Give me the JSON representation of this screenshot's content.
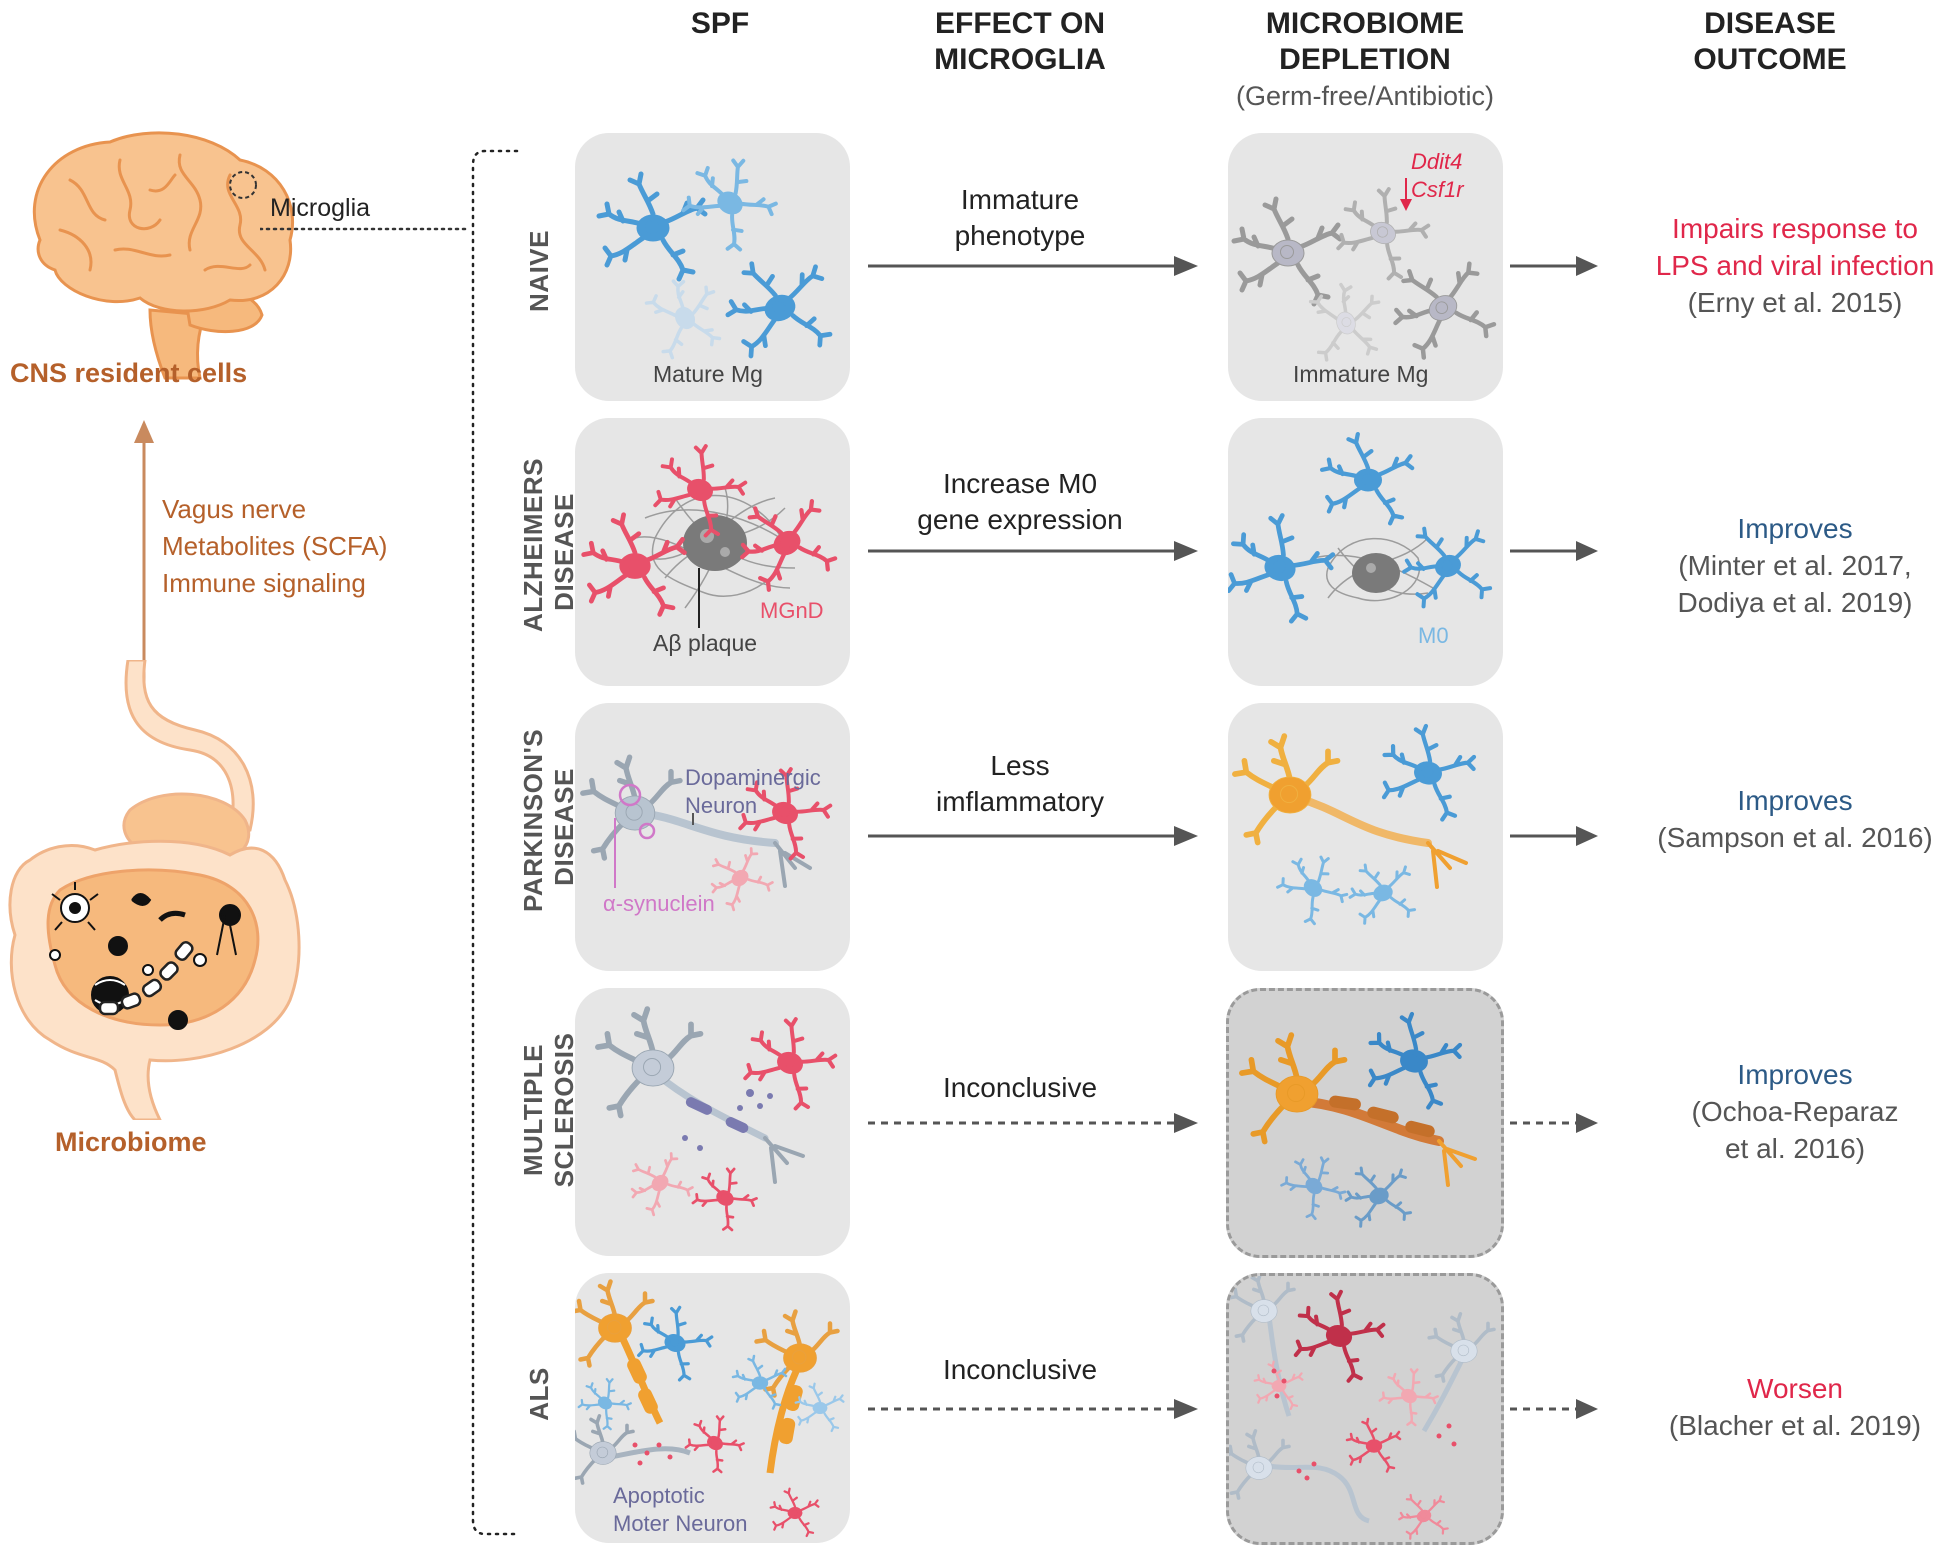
{
  "headers": {
    "spf": "SPF",
    "effect_line1": "EFFECT ON",
    "effect_line2": "MICROGLIA",
    "depletion_line1": "MICROBIOME",
    "depletion_line2": "DEPLETION",
    "depletion_sub": "(Germ-free/Antibiotic)",
    "outcome_line1": "DISEASE",
    "outcome_line2": "OUTCOME"
  },
  "left": {
    "microglia_label": "Microglia",
    "cns_label": "CNS resident cells",
    "pathway_lines": [
      "Vagus nerve",
      "Metabolites (SCFA)",
      "Immune signaling"
    ],
    "microbiome_label": "Microbiome"
  },
  "rows": [
    {
      "label_lines": [
        "NAIVE"
      ],
      "spf_caption": "Mature Mg",
      "effect_lines": [
        "Immature",
        "phenotype"
      ],
      "depletion_caption": "Immature Mg",
      "gene_labels": [
        "Ddit4",
        "Csf1r"
      ],
      "outcome_head": "Impairs response to",
      "outcome_head2": "LPS and viral infection",
      "outcome_cite": "(Erny et al. 2015)"
    },
    {
      "label_lines": [
        "ALZHEIMERS",
        "DISEASE"
      ],
      "spf_caption": "Aβ plaque",
      "spf_tag": "MGnD",
      "effect_lines": [
        "Increase M0",
        "gene expression"
      ],
      "depletion_tag": "M0",
      "outcome_head": "Improves",
      "outcome_cite": "(Minter et al. 2017,",
      "outcome_cite2": "Dodiya et al. 2019)"
    },
    {
      "label_lines": [
        "PARKINSON'S",
        "DISEASE"
      ],
      "spf_tag1": "Dopaminergic",
      "spf_tag2": "Neuron",
      "spf_tag3": "α-synuclein",
      "effect_lines": [
        "Less",
        "imflammatory"
      ],
      "outcome_head": "Improves",
      "outcome_cite": "(Sampson et al. 2016)"
    },
    {
      "label_lines": [
        "MULTIPLE",
        "SCLEROSIS"
      ],
      "effect_lines": [
        "Inconclusive"
      ],
      "outcome_head": "Improves",
      "outcome_cite": "(Ochoa-Reparaz",
      "outcome_cite2": "et al. 2016)"
    },
    {
      "label_lines": [
        "ALS"
      ],
      "spf_tag1": "Apoptotic",
      "spf_tag2": "Moter Neuron",
      "effect_lines": [
        "Inconclusive"
      ],
      "outcome_head": "Worsen",
      "outcome_cite": "(Blacher et al. 2019)"
    }
  ],
  "colors": {
    "brown": "#b5602a",
    "microglia_blue": "#4a9bd6",
    "microglia_red": "#e8506a",
    "neuron_orange": "#f0a030",
    "outcome_red": "#e0274a",
    "outcome_blue": "#2c5a86",
    "panel_gray": "#e6e6e6"
  }
}
